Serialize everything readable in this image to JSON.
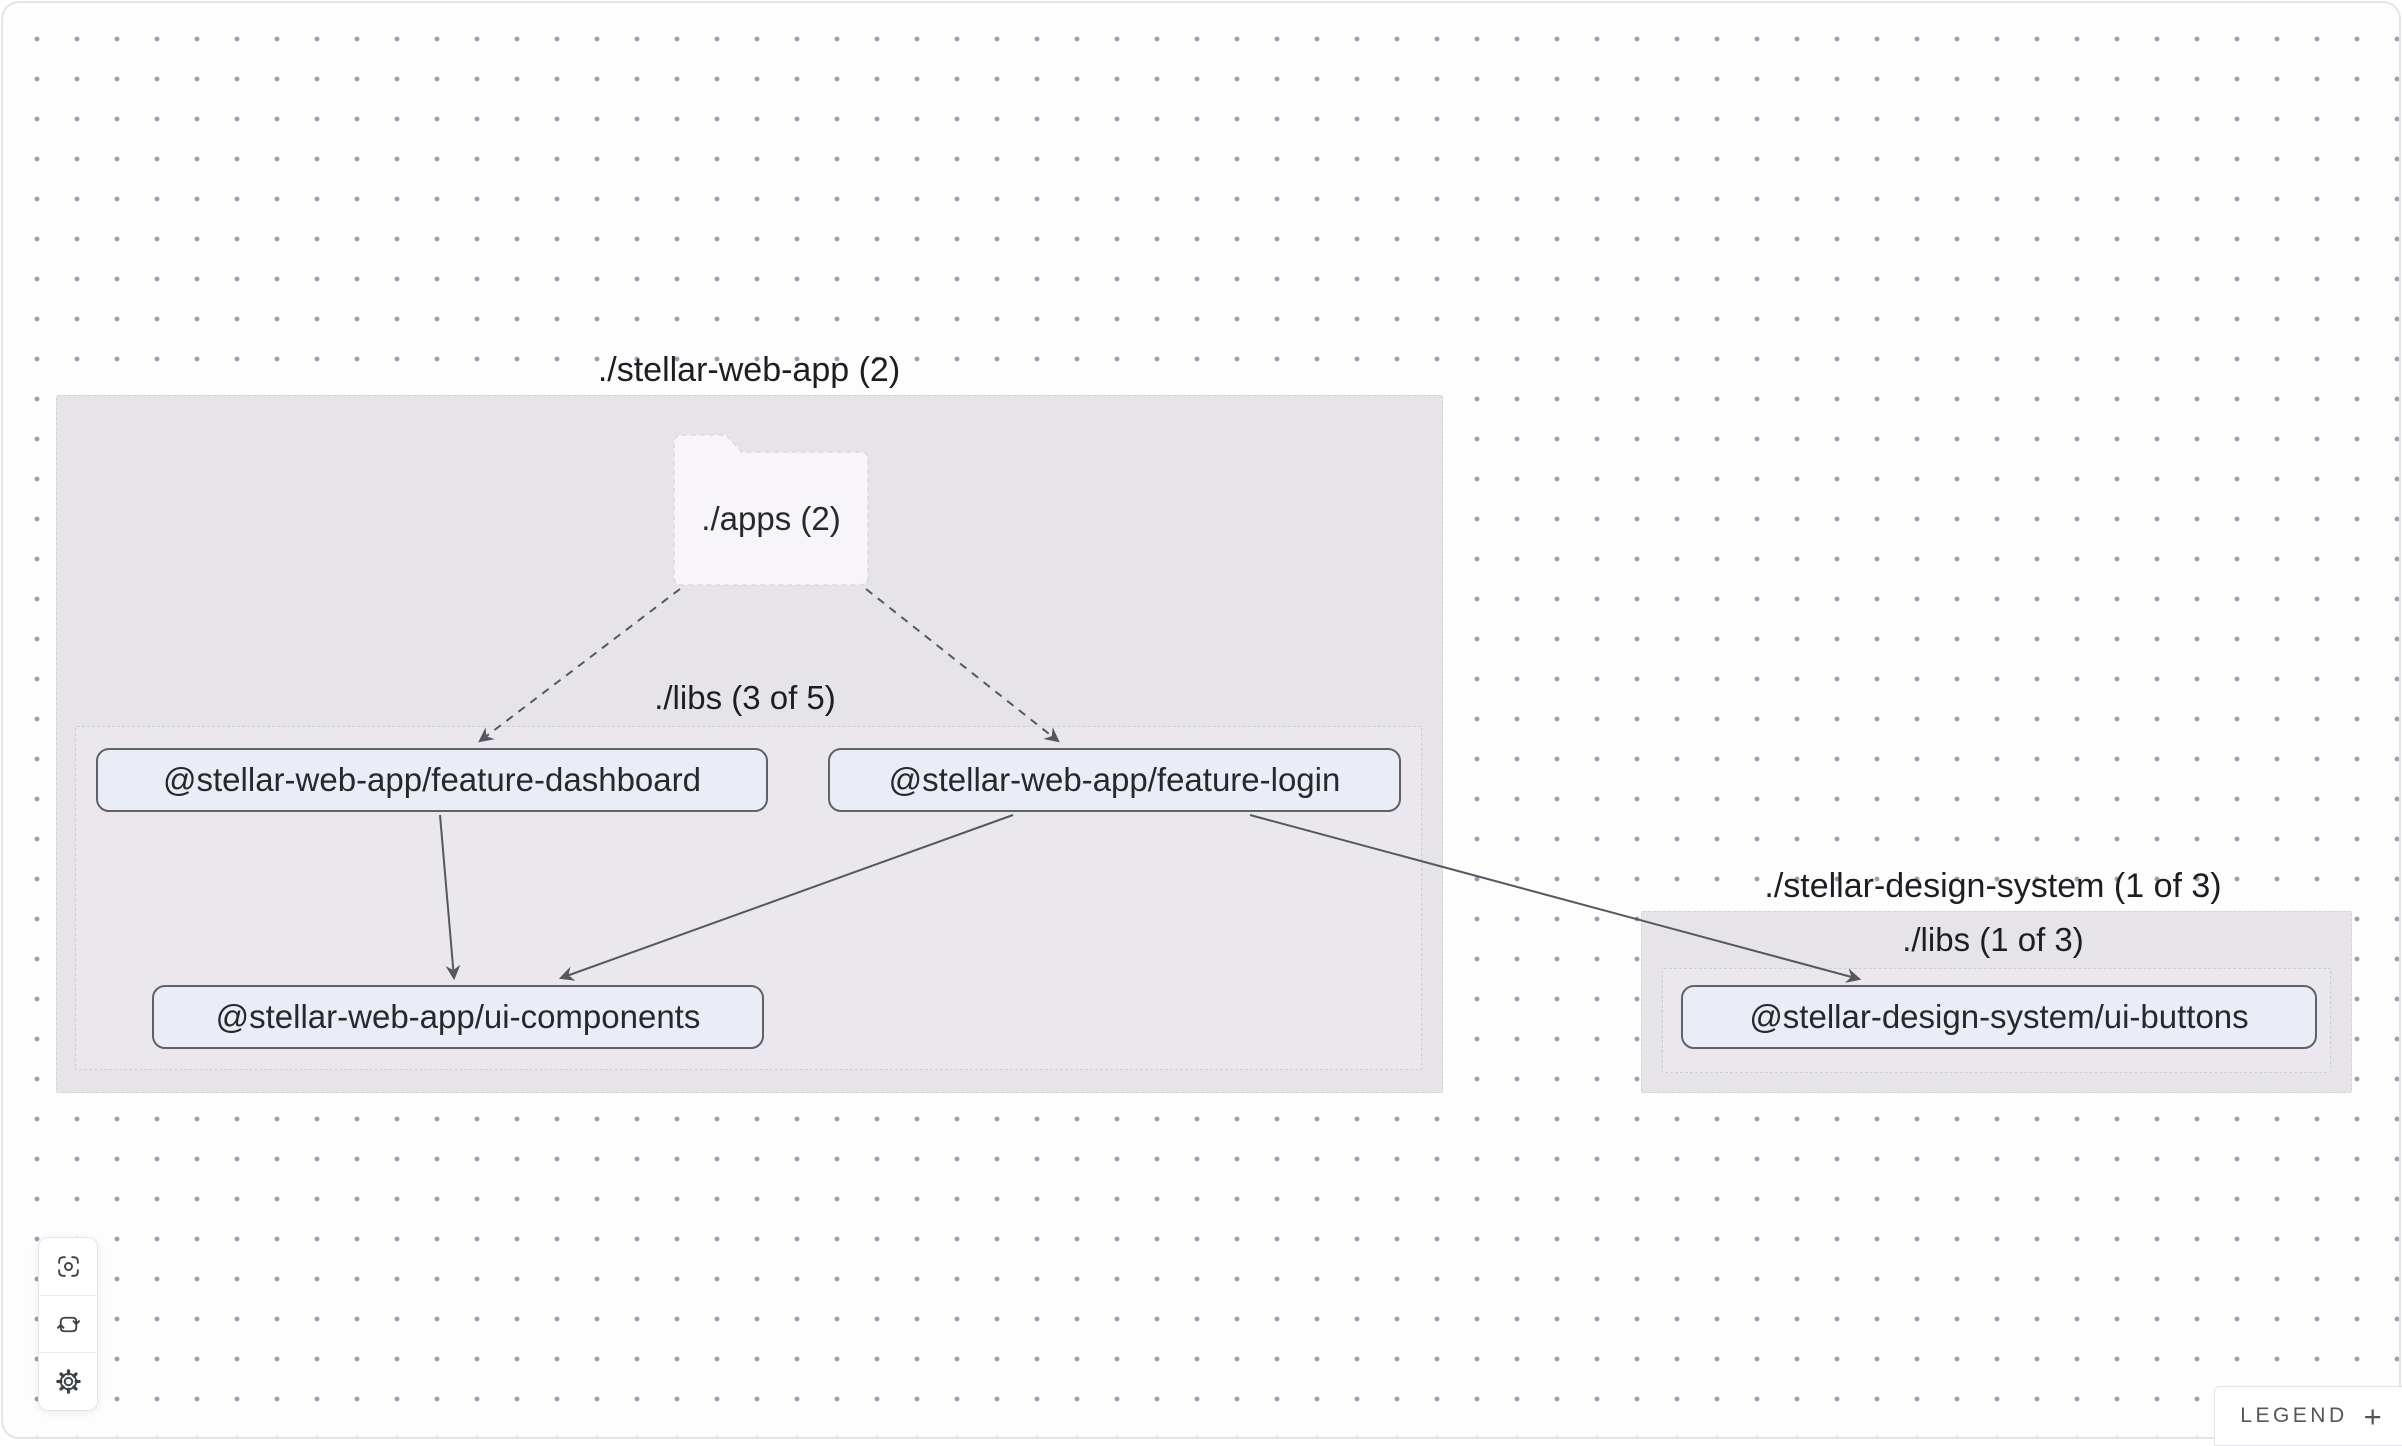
{
  "graph": {
    "groups": [
      {
        "title": "./stellar-web-app (2)",
        "folder_node": {
          "label": "./apps (2)"
        },
        "libs_group": {
          "label": "./libs (3 of 5)"
        },
        "nodes": [
          {
            "label": "@stellar-web-app/feature-dashboard"
          },
          {
            "label": "@stellar-web-app/feature-login"
          },
          {
            "label": "@stellar-web-app/ui-components"
          }
        ]
      },
      {
        "title": "./stellar-design-system (1 of 3)",
        "libs_group": {
          "label": "./libs (1 of 3)"
        },
        "nodes": [
          {
            "label": "@stellar-design-system/ui-buttons"
          }
        ]
      }
    ],
    "edges": [
      {
        "from": "./apps (2)",
        "to": "@stellar-web-app/feature-dashboard",
        "style": "dashed"
      },
      {
        "from": "./apps (2)",
        "to": "@stellar-web-app/feature-login",
        "style": "dashed"
      },
      {
        "from": "@stellar-web-app/feature-dashboard",
        "to": "@stellar-web-app/ui-components",
        "style": "solid"
      },
      {
        "from": "@stellar-web-app/feature-login",
        "to": "@stellar-web-app/ui-components",
        "style": "solid"
      },
      {
        "from": "@stellar-web-app/feature-login",
        "to": "@stellar-design-system/ui-buttons",
        "style": "solid"
      }
    ]
  },
  "toolbar": {
    "buttons": [
      {
        "icon": "focus-viewfinder-icon"
      },
      {
        "icon": "refresh-cycle-icon"
      },
      {
        "icon": "settings-gear-icon"
      }
    ]
  },
  "legend": {
    "label": "LEGEND",
    "expand_symbol": "+"
  },
  "colors": {
    "canvas_background": "#fdfdfe",
    "dot_grid": "#94a0b1",
    "group_fill": "#e6e4e9",
    "libs_group_fill": "#eae8ed",
    "folder_fill": "#f7f5f8",
    "node_fill": "#eaedf6",
    "node_border": "#5f6269",
    "edge": "#56585d",
    "text": "#26282d"
  }
}
